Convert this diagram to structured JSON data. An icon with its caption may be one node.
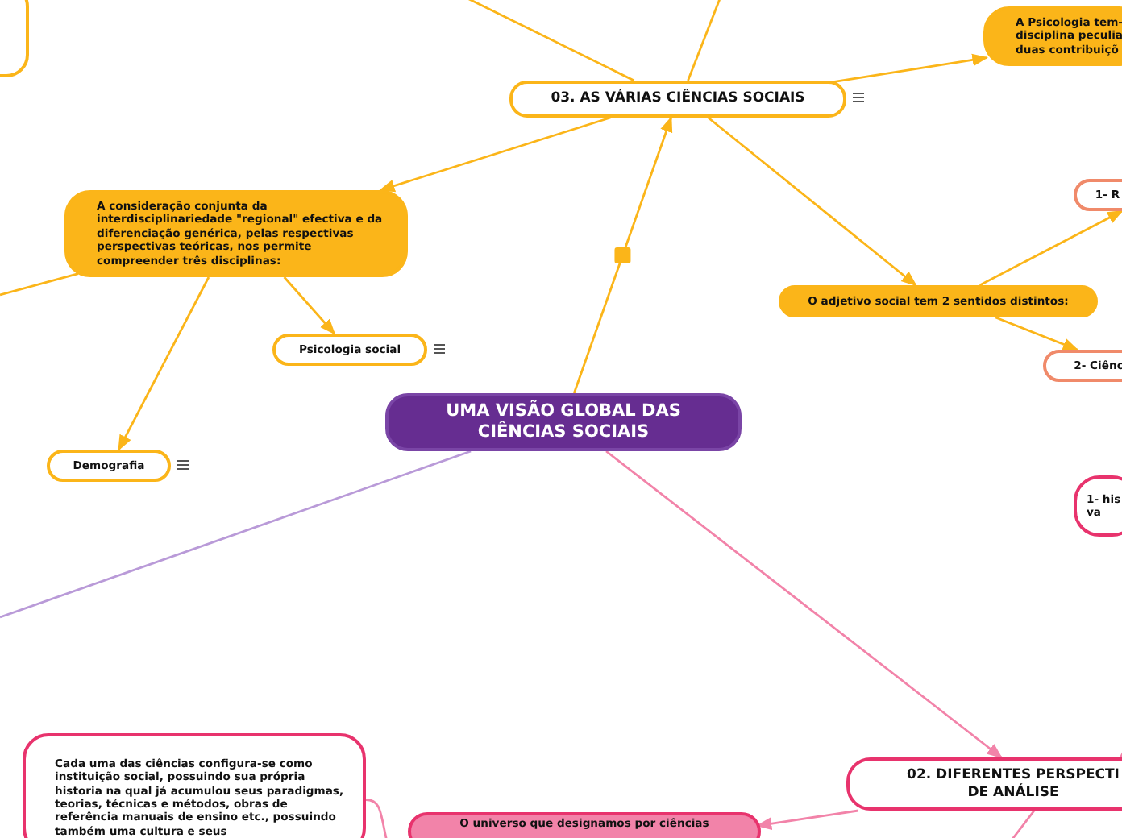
{
  "diagram": {
    "nodes": [
      {
        "text": [
          "UMA VISÃO GLOBAL DAS CIÊNCIAS SOCIAIS"
        ]
      },
      {
        "text": [
          "03. AS VÁRIAS CIÊNCIAS SOCIAIS"
        ]
      },
      {
        "text": [
          "A Psicologia tem- disciplina peculia duas contribuiçõ"
        ]
      },
      {
        "text": [
          "A consideração conjunta da interdisciplinariedade \"regional\" efectiva e da diferenciação genérica, pelas respectivas perspectivas teóricas, nos permite compreender três disciplinas:"
        ]
      },
      {
        "text": [
          "Psicologia social"
        ]
      },
      {
        "text": [
          "Demografia"
        ]
      },
      {
        "text": [
          "O adjetivo social tem 2 sentidos distintos:"
        ]
      },
      {
        "text": [
          "1- R"
        ]
      },
      {
        "text": [
          "2- Ciênc"
        ]
      },
      {
        "text": [
          "1- his va"
        ]
      },
      {
        "text": [
          "02. DIFERENTES PERSPECTI DE ANÁLISE"
        ]
      },
      {
        "text": [
          "Cada uma das ciências configura-se como instituição social, possuindo sua própria historia na qual já acumulou seus paradigmas, teorias, técnicas e métodos, obras de referência manuais de ensino etc., possuindo também uma cultura e seus"
        ]
      },
      {
        "text": [
          "O universo que designamos por ciências"
        ]
      },
      {
        "text": [],
        "shape": "box"
      }
    ],
    "edges": [
      {
        "from": 0,
        "to": 1,
        "arrow": "to"
      },
      {
        "from": 1,
        "to": 2,
        "arrow": "to"
      },
      {
        "from": 1,
        "to": 3,
        "arrow": "to"
      },
      {
        "from": 1,
        "to": 6,
        "arrow": "to"
      },
      {
        "from": 3,
        "to": 4,
        "arrow": "to"
      },
      {
        "from": 3,
        "to": 5,
        "arrow": "to"
      },
      {
        "from": 3,
        "to": null,
        "arrow": "none"
      },
      {
        "from": 6,
        "to": 7,
        "arrow": "to"
      },
      {
        "from": 6,
        "to": 8,
        "arrow": "to"
      },
      {
        "from": 0,
        "to": 10,
        "arrow": "to",
        "color": "#f283a9"
      },
      {
        "from": 0,
        "to": null,
        "arrow": "none",
        "color": "#b99ad8"
      },
      {
        "from": 10,
        "to": 12,
        "arrow": "to",
        "color": "#f283a9"
      },
      {
        "from": 10,
        "to": null,
        "arrow": "none",
        "color": "#f283a9"
      },
      {
        "from": 10,
        "to": null,
        "arrow": "none",
        "color": "#f283a9"
      },
      {
        "from": 11,
        "to": null,
        "arrow": "none",
        "color": "#f283a9"
      },
      {
        "from": 1,
        "to": null,
        "arrow": "none"
      },
      {
        "from": 1,
        "to": null,
        "arrow": "none"
      }
    ]
  }
}
